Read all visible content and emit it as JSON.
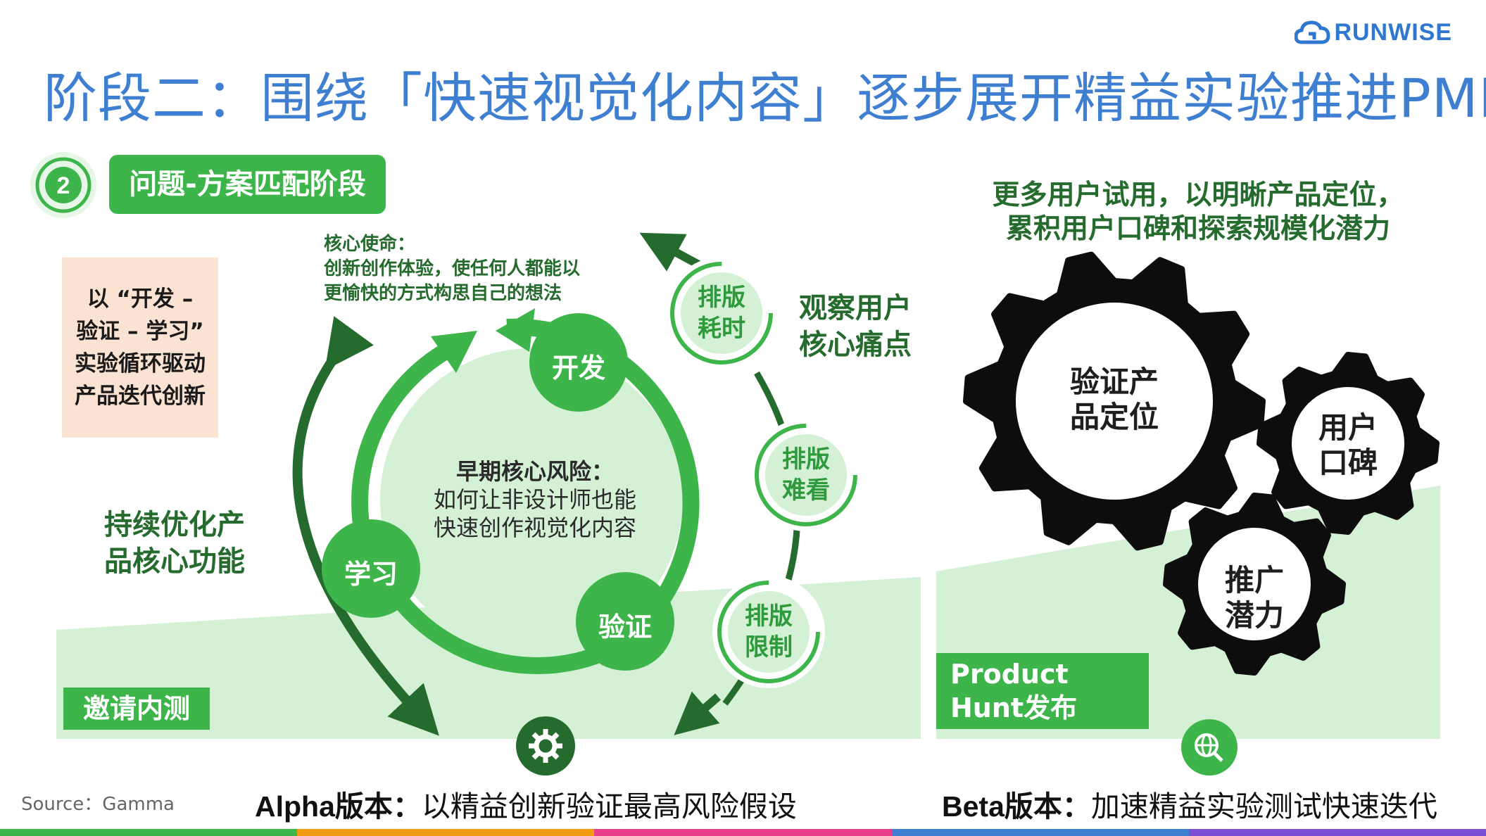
{
  "logo": {
    "text": "RUNWISE",
    "color": "#2f77d0"
  },
  "title": "阶段二：围绕「快速视觉化内容」逐步展开精益实验推进PMF",
  "stage": {
    "number": "2",
    "label": "问题-方案匹配阶段"
  },
  "note": "以 “开发 –\n验证 – 学习”\n实验循环驱动\n产品迭代创新",
  "mission": "核心使命：\n创新创作体验，使任何人都能以\n更愉快的方式构思自己的想法",
  "cycle": {
    "develop": "开发",
    "validate": "验证",
    "learn": "学习",
    "risk_title": "早期核心风险：",
    "risk_line1": "如何让非设计师也能",
    "risk_line2": "快速创作视觉化内容"
  },
  "optimize": "持续优化产\n品核心功能",
  "observe": "观察用户\n核心痛点",
  "pain_points": [
    "排版\n耗时",
    "排版\n难看",
    "排版\n限制"
  ],
  "invite": "邀请内测",
  "beta_desc": "更多用户试用，以明晰产品定位，\n累积用户口碑和探索规模化潜力",
  "gears": [
    "验证产\n品定位",
    "用户\n口碑",
    "推广\n潜力"
  ],
  "product_hunt": "Product\nHunt发布",
  "icons": {
    "alpha": "gear-icon",
    "beta": "globe-search-icon"
  },
  "source": "Source：Gamma",
  "alpha": {
    "label": "Alpha版本：",
    "desc": "以精益创新验证最高风险假设"
  },
  "beta": {
    "label": "Beta版本：",
    "desc": "加速精益实验测试快速迭代"
  },
  "colors": {
    "green": "#3db54a",
    "dark_green": "#256b2e",
    "light_green": "#d4f0d5",
    "blue": "#3f7fd1"
  },
  "bottom_bar_colors": [
    "#3db54a",
    "#f39c12",
    "#e83e8c",
    "#3f7fd1",
    "#7b4fd1"
  ]
}
